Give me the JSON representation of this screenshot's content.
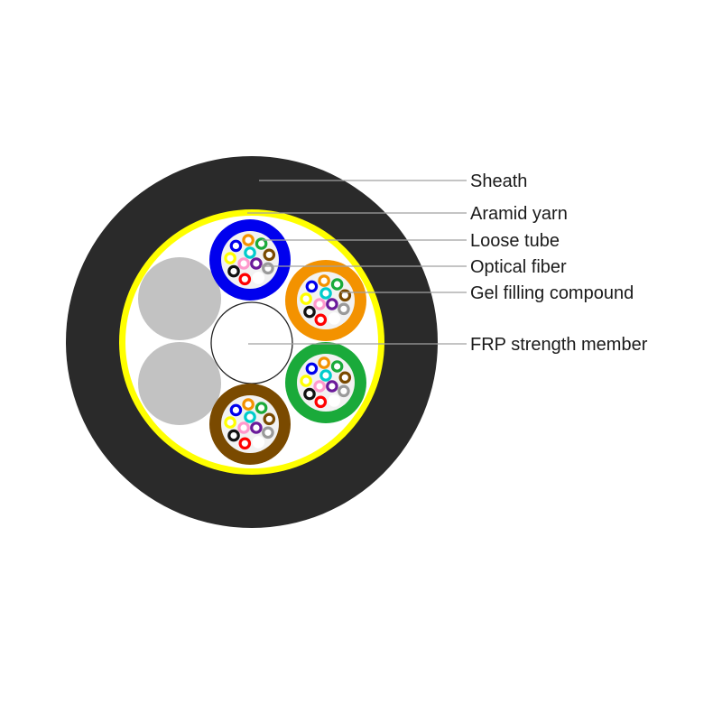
{
  "labels": {
    "sheath": "Sheath",
    "aramid_yarn": "Aramid yarn",
    "loose_tube": "Loose tube",
    "optical_fiber": "Optical fiber",
    "gel_filling_compound": "Gel filling compound",
    "frp_strength_member": "FRP strength member"
  },
  "colors": {
    "sheath": "#2a2a2a",
    "aramid_yarn": "#ffff00",
    "filler_rod": "#c2c2c2",
    "leader_line": "#a0a0a0",
    "tubes": [
      "#0000ee",
      "#f39200",
      "#1aaa3a",
      "#7a4a00"
    ],
    "fibers": [
      "#0000ee",
      "#f39200",
      "#1aaa3a",
      "#7a4a00",
      "#9a9a9a",
      "#ffffff",
      "#ff0000",
      "#111111",
      "#ffff00",
      "#6a1a9a",
      "#ff99cc",
      "#00cccc"
    ]
  },
  "tube_count": 4,
  "filler_count": 2,
  "fibers_per_tube": 12
}
